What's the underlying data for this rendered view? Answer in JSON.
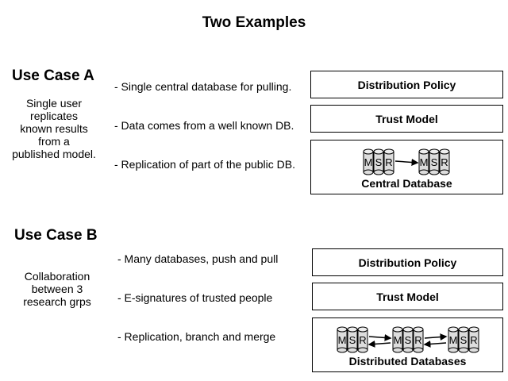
{
  "title": "Two Examples",
  "case_a": {
    "title": "Use Case A",
    "description_lines": [
      "Single user",
      "replicates",
      "known results",
      "from a",
      "published model."
    ],
    "bullets": [
      "- Single central database for pulling.",
      "- Data comes from a well known DB.",
      "- Replication of part of the public DB."
    ],
    "boxes": {
      "distribution_policy": "Distribution Policy",
      "trust_model": "Trust Model",
      "database_label": "Central Database"
    },
    "repos": [
      {
        "letters": [
          "M",
          "S",
          "R"
        ]
      },
      {
        "letters": [
          "M",
          "S",
          "R"
        ]
      }
    ]
  },
  "case_b": {
    "title": "Use Case B",
    "description_lines": [
      "Collaboration",
      "between 3",
      "research grps"
    ],
    "bullets": [
      "- Many databases, push and pull",
      "- E-signatures of trusted people",
      "- Replication, branch and merge"
    ],
    "boxes": {
      "distribution_policy": "Distribution Policy",
      "trust_model": "Trust Model",
      "database_label": "Distributed Databases"
    },
    "repos": [
      {
        "letters": [
          "M",
          "S",
          "R"
        ]
      },
      {
        "letters": [
          "M",
          "S",
          "R"
        ]
      },
      {
        "letters": [
          "M",
          "S",
          "R"
        ]
      }
    ]
  }
}
